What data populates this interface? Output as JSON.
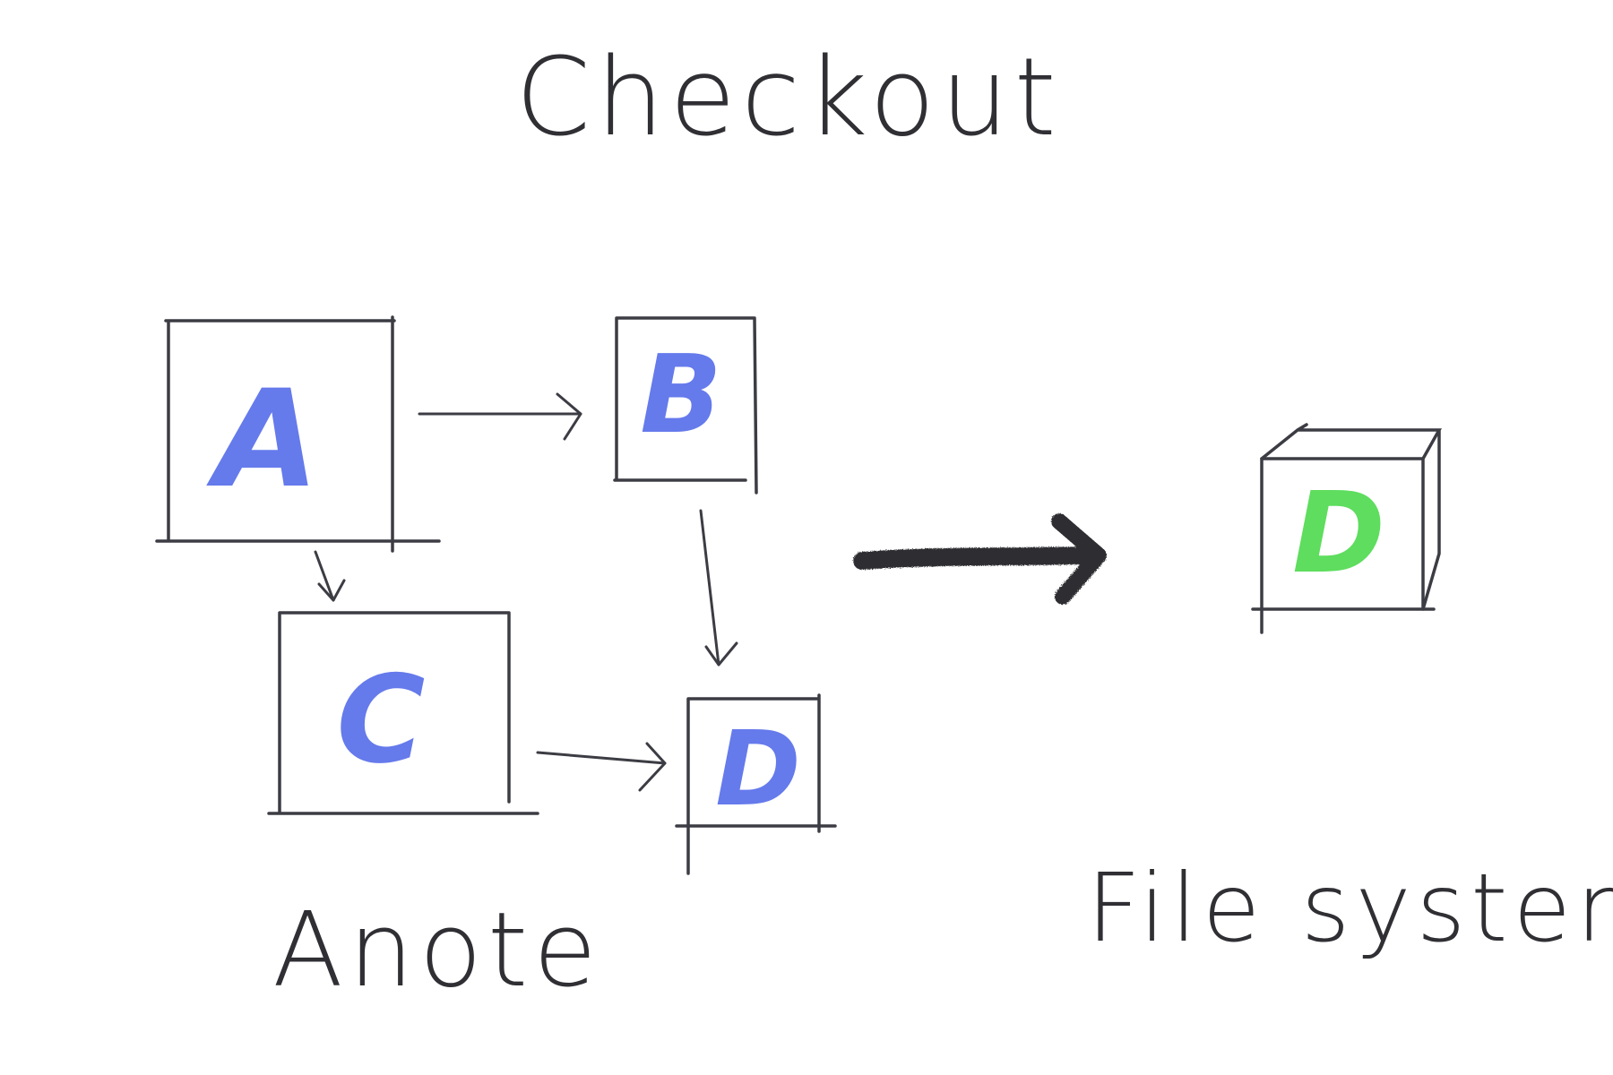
{
  "title": "Checkout",
  "left_caption": "Anote",
  "right_caption": "File system",
  "nodes": {
    "a": "A",
    "b": "B",
    "c": "C",
    "d": "D",
    "fs_d": "D"
  },
  "colors": {
    "ink": "#3c3c44",
    "blue_letter": "#4a63e8",
    "green_letter": "#4cd94c",
    "big_arrow": "#2e2e33"
  }
}
